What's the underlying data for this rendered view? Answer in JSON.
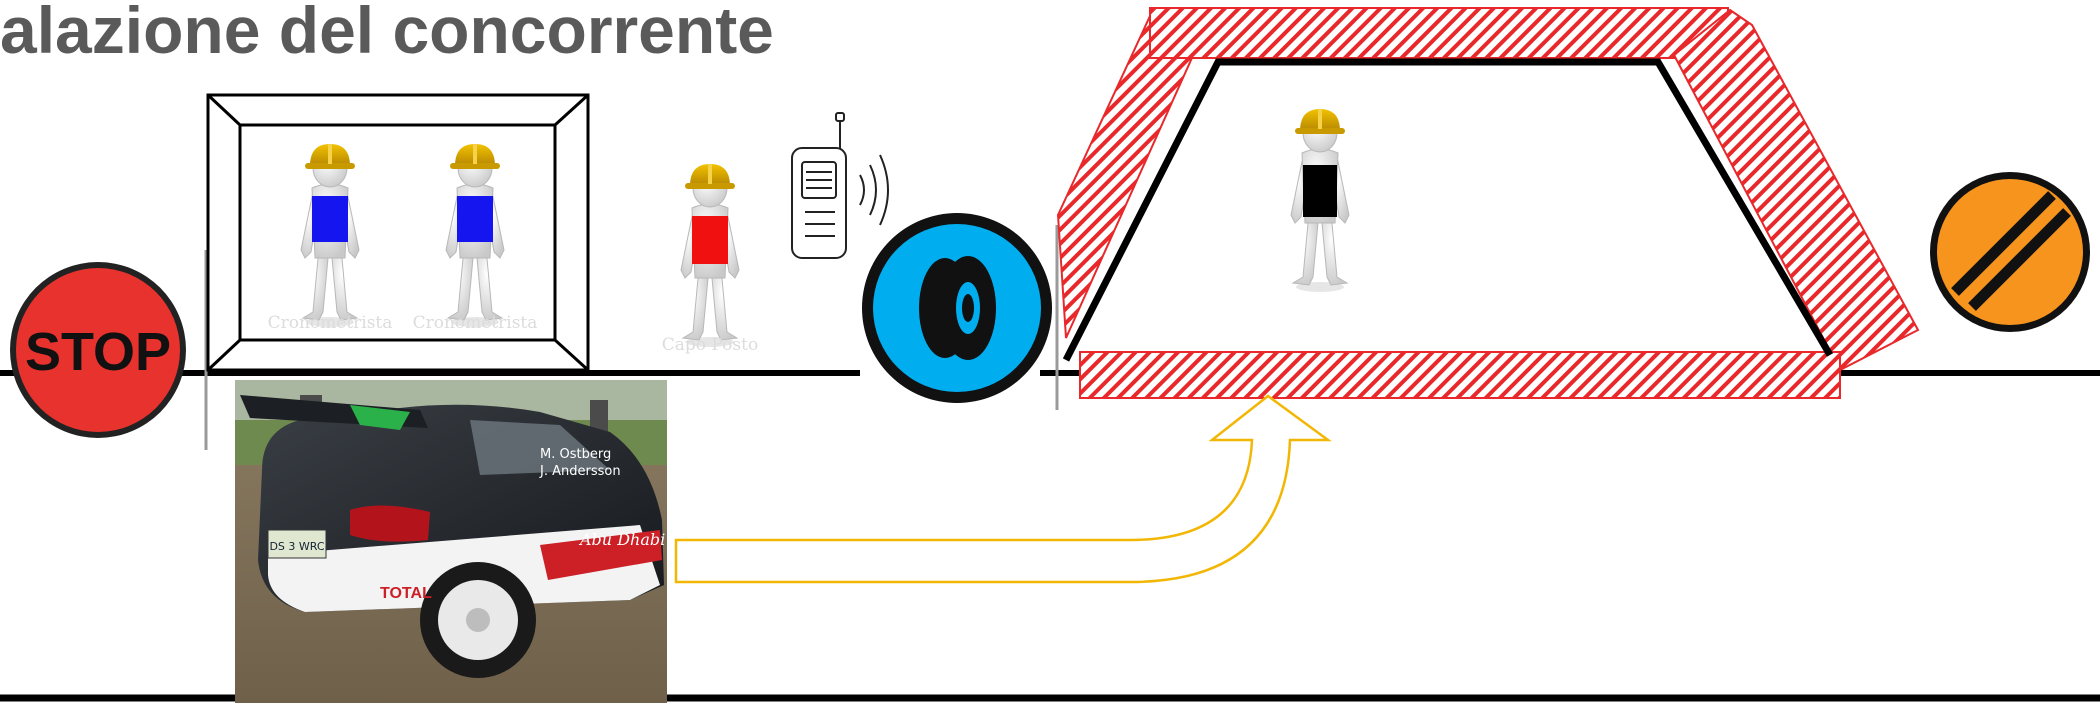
{
  "title": "alazione del concorrente",
  "booth": {
    "timekeepers": [
      {
        "label": "Cronometrista",
        "shirt_color": "#1515f0"
      },
      {
        "label": "Cronometrista",
        "shirt_color": "#1515f0"
      }
    ]
  },
  "chief": {
    "label": "Capo Posto",
    "shirt_color": "#f01010"
  },
  "marshal": {
    "shirt_color": "#000000"
  },
  "stop_sign": {
    "text": "STOP",
    "color": "#e8322e"
  },
  "tyre_sign": {
    "color": "#00adef",
    "icon": "tyre-icon"
  },
  "end_sign": {
    "color": "#f7941d",
    "icon": "end-of-restriction-icon"
  },
  "radio": {
    "icon": "walkie-talkie-icon"
  },
  "car_photo": {
    "drivers": [
      "M. Ostberg",
      "J. Andersson"
    ],
    "sponsor": "Abu Dhabi",
    "brand": "TOTAL",
    "plate": "DS 3 WRC"
  },
  "colors": {
    "hatch": "#e8282a",
    "arrow": "#f2b705",
    "helmet": "#d8a400",
    "road": "#000000"
  }
}
